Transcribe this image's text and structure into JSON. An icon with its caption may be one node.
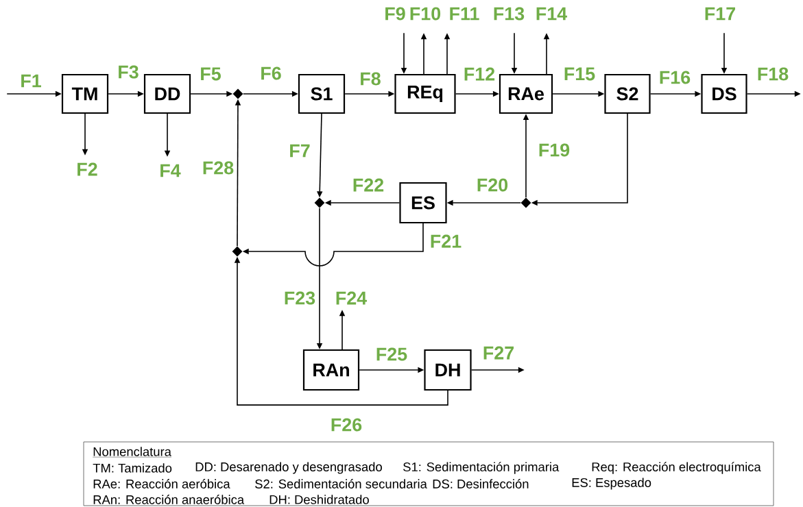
{
  "diagram": {
    "nodes": [
      {
        "text": [
          "TM"
        ]
      },
      {
        "text": [
          "DD"
        ]
      },
      {
        "text": [],
        "shape": "diamond"
      },
      {
        "text": [
          "S1"
        ]
      },
      {
        "text": [
          "REq"
        ]
      },
      {
        "text": [
          "RAe"
        ]
      },
      {
        "text": [
          "S2"
        ]
      },
      {
        "text": [
          "DS"
        ]
      },
      {
        "text": [],
        "shape": "diamond"
      },
      {
        "text": [
          "ES"
        ]
      },
      {
        "text": [],
        "shape": "diamond"
      },
      {
        "text": [],
        "shape": "diamond"
      },
      {
        "text": [
          "RAn"
        ]
      },
      {
        "text": [
          "DH"
        ]
      },
      {
        "text": [
          "Nomenclatura",
          "TM: Tamizado",
          "DD: Desarenado y desengrasado",
          "S1: Sedimentación primaria",
          "Req: Reacción electroquímica",
          "RAe: Reacción aeróbica",
          "S2: Sedimentación secundaria",
          "DS: Desinfección",
          "ES: Espesado",
          "RAn: Reacción anaeróbica",
          "DH: Deshidratado"
        ]
      }
    ],
    "edges": [
      {
        "from": null,
        "to": 0,
        "arrow": "to",
        "label": "F1"
      },
      {
        "from": 0,
        "to": null,
        "arrow": "to",
        "label": "F2"
      },
      {
        "from": 0,
        "to": 1,
        "arrow": "to",
        "label": "F3"
      },
      {
        "from": 1,
        "to": null,
        "arrow": "to",
        "label": "F4"
      },
      {
        "from": 1,
        "to": 2,
        "arrow": "to",
        "label": "F5"
      },
      {
        "from": 2,
        "to": 3,
        "arrow": "to",
        "label": "F6"
      },
      {
        "from": 3,
        "to": 10,
        "arrow": "to",
        "label": "F7"
      },
      {
        "from": 3,
        "to": 4,
        "arrow": "to",
        "label": "F8"
      },
      {
        "from": null,
        "to": 4,
        "arrow": "to",
        "label": "F9"
      },
      {
        "from": 4,
        "to": null,
        "arrow": "to",
        "label": "F10"
      },
      {
        "from": 4,
        "to": null,
        "arrow": "to",
        "label": "F11"
      },
      {
        "from": 4,
        "to": 5,
        "arrow": "to",
        "label": "F12"
      },
      {
        "from": null,
        "to": 5,
        "arrow": "to",
        "label": "F13"
      },
      {
        "from": 5,
        "to": null,
        "arrow": "to",
        "label": "F14"
      },
      {
        "from": 5,
        "to": 6,
        "arrow": "to",
        "label": "F15"
      },
      {
        "from": 6,
        "to": 7,
        "arrow": "to",
        "label": "F16"
      },
      {
        "from": null,
        "to": 7,
        "arrow": "to",
        "label": "F17"
      },
      {
        "from": 7,
        "to": null,
        "arrow": "to",
        "label": "F18"
      },
      {
        "from": 8,
        "to": 5,
        "arrow": "to",
        "label": "F19"
      },
      {
        "from": 6,
        "to": 8,
        "arrow": "to"
      },
      {
        "from": 8,
        "to": 9,
        "arrow": "to",
        "label": "F20"
      },
      {
        "from": 9,
        "to": 11,
        "arrow": "to",
        "label": "F21"
      },
      {
        "from": 9,
        "to": 10,
        "arrow": "to",
        "label": "F22"
      },
      {
        "from": 10,
        "to": 12,
        "arrow": "to",
        "label": "F23"
      },
      {
        "from": 12,
        "to": null,
        "arrow": "to",
        "label": "F24"
      },
      {
        "from": 12,
        "to": 13,
        "arrow": "to",
        "label": "F25"
      },
      {
        "from": 13,
        "to": 11,
        "arrow": "to",
        "label": "F26"
      },
      {
        "from": 13,
        "to": null,
        "arrow": "to",
        "label": "F27"
      },
      {
        "from": 11,
        "to": 2,
        "arrow": "to",
        "label": "F28"
      }
    ]
  }
}
